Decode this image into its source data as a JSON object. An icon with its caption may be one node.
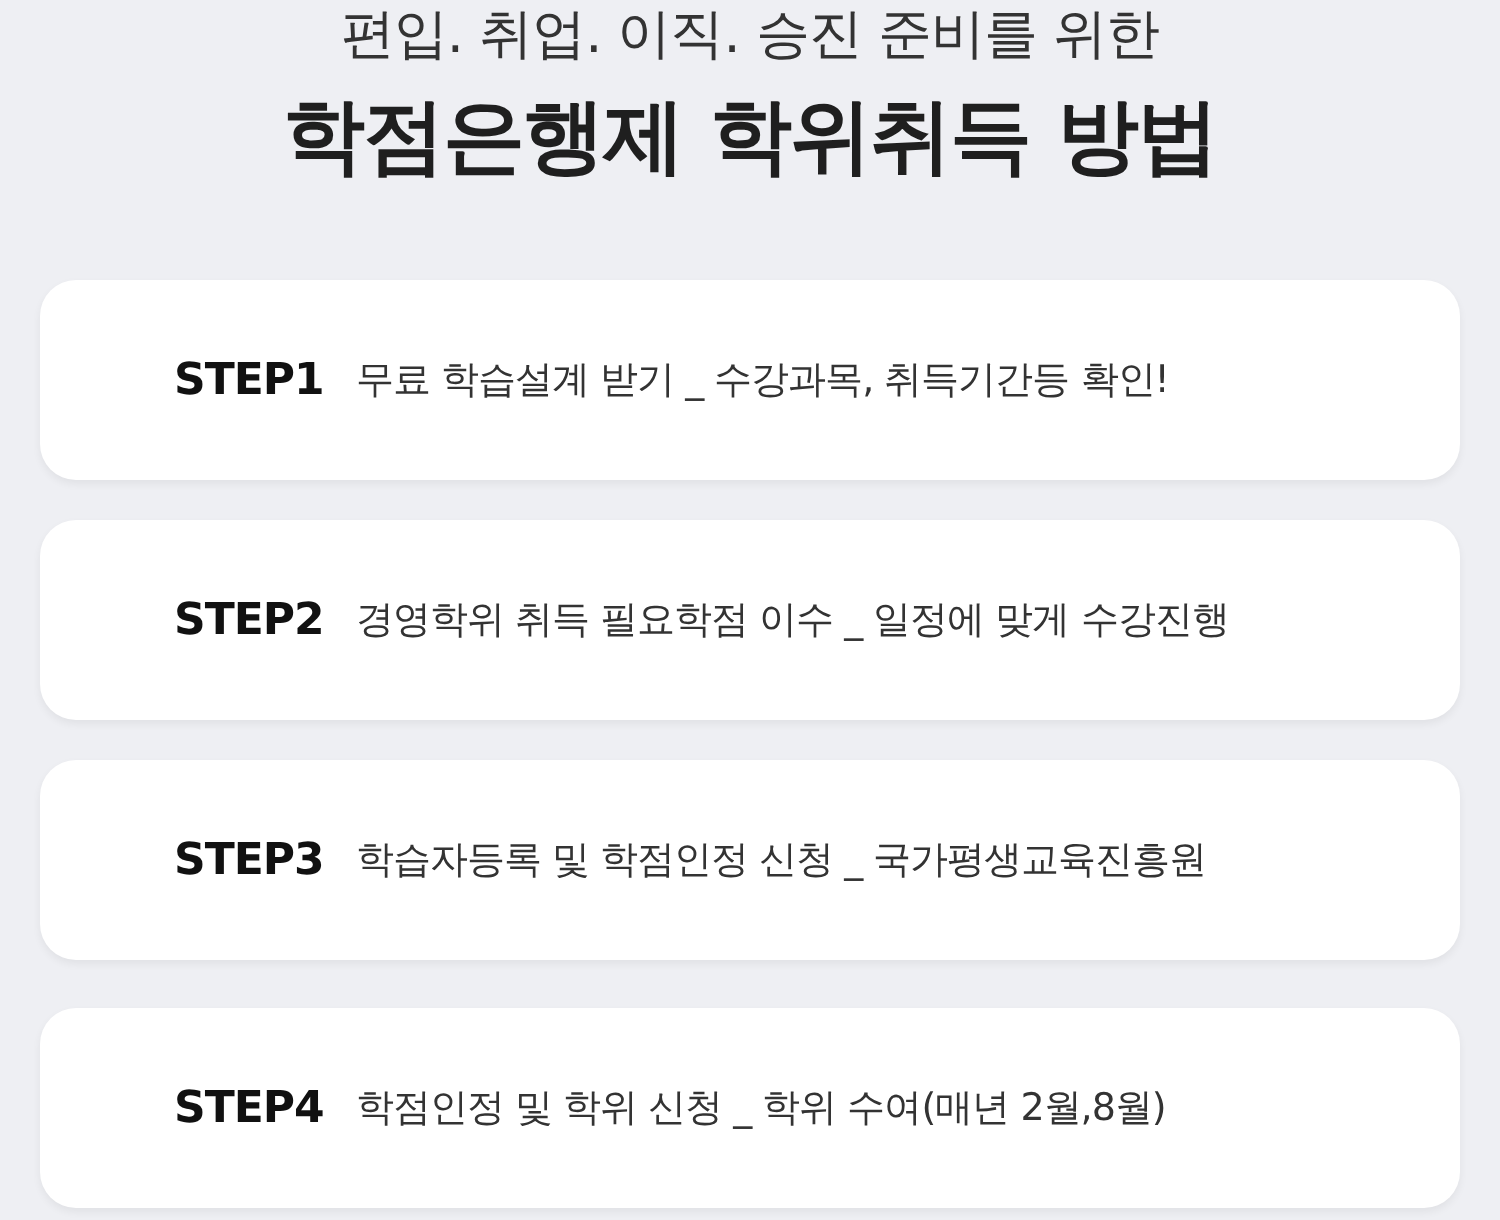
{
  "diagram": {
    "title": "학점은행제 학위취득 방법",
    "labels": [
      "편입. 취업. 이직. 승진 준비를 위한"
    ],
    "nodes": [
      {
        "text": [
          "STEP1",
          "무료 학습설계 받기 _ 수강과목, 취득기간등 확인!"
        ]
      },
      {
        "text": [
          "STEP2",
          "경영학위 취득 필요학점 이수 _ 일정에 맞게 수강진행"
        ]
      },
      {
        "text": [
          "STEP3",
          "학습자등록 및 학점인정 신청 _ 국가평생교육진흥원"
        ]
      },
      {
        "text": [
          "STEP4",
          "학점인정 및 학위 신청 _ 학위 수여(매년 2월,8월)"
        ]
      }
    ]
  }
}
